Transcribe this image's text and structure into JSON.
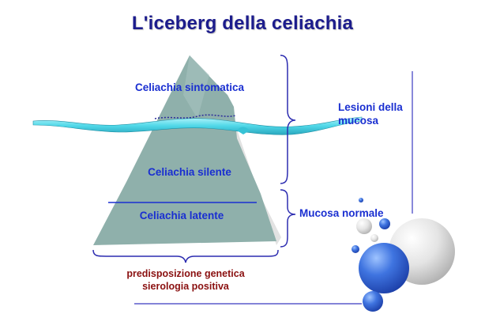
{
  "title": "L'iceberg della celiachia",
  "iceberg": {
    "tip": "Celiachia sintomatica",
    "middle": "Celiachia silente",
    "base": "Celiachia latente"
  },
  "side_labels": {
    "upper_line1": "Lesioni della",
    "upper_line2": "mucosa",
    "lower": "Mucosa normale"
  },
  "bottom_labels": {
    "line1": "predisposizione genetica",
    "line2": "sierologia positiva"
  },
  "colors": {
    "title": "#1c1c8c",
    "label_blue": "#1a2fd1",
    "label_red": "#8a1010",
    "iceberg_fill": "#8fb0ab",
    "water": "#4fd8e8",
    "bracket": "#2b2bb0"
  }
}
